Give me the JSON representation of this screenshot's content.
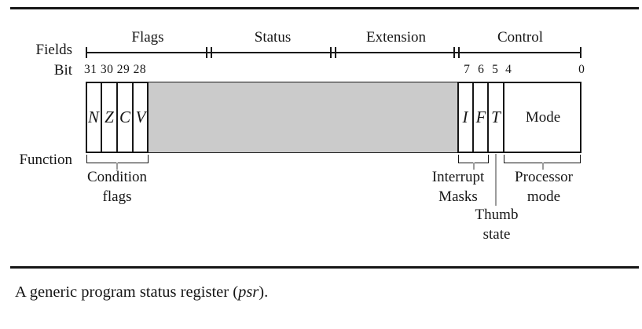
{
  "figure": {
    "row_labels": {
      "fields": "Fields",
      "bit": "Bit",
      "function": "Function"
    },
    "field_sections": [
      "Flags",
      "Status",
      "Extension",
      "Control"
    ],
    "bit_numbers": {
      "left_group": "31 30 29 28",
      "b7": "7",
      "b6": "6",
      "b5": "5",
      "b4": "4",
      "b0": "0"
    },
    "cells": {
      "n": "N",
      "z": "Z",
      "c": "C",
      "v": "V",
      "i": "I",
      "f": "F",
      "t": "T",
      "mode": "Mode"
    },
    "function_labels": {
      "condition": {
        "line1": "Condition",
        "line2": "flags"
      },
      "interrupt": {
        "line1": "Interrupt",
        "line2": "Masks"
      },
      "thumb": {
        "line1": "Thumb",
        "line2": "state"
      },
      "processor": {
        "line1": "Processor",
        "line2": "mode"
      }
    },
    "caption": {
      "prefix": "A generic program status register (",
      "emphasis": "psr",
      "suffix": ")."
    },
    "colors": {
      "reserved_fill": "#cbcbcb",
      "line_black": "#161616",
      "leader_gray": "#9c9c9c"
    }
  }
}
